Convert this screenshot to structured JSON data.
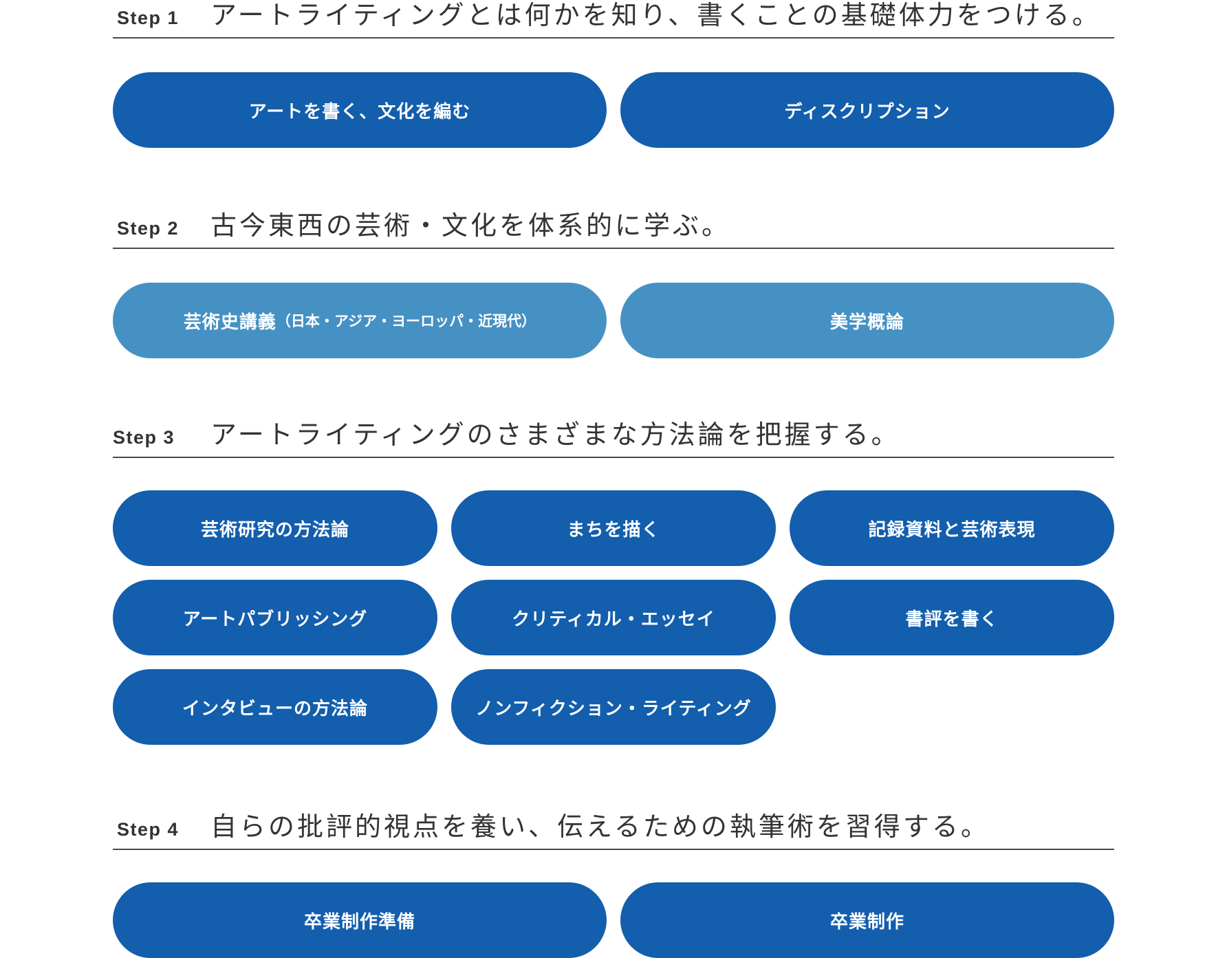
{
  "colors": {
    "primary_pill": "#135ead",
    "secondary_pill": "#4591c4",
    "text": "#333333",
    "rule": "#4a4a4a"
  },
  "steps": [
    {
      "label": "Step 1",
      "title": "アートライティングとは何かを知り、書くことの基礎体力をつける。",
      "items": [
        {
          "label": "アートを書く、文化を編む",
          "sub": ""
        },
        {
          "label": "ディスクリプション",
          "sub": ""
        }
      ]
    },
    {
      "label": "Step 2",
      "title": "古今東西の芸術・文化を体系的に学ぶ。",
      "items": [
        {
          "label": "芸術史講義",
          "sub": "（日本・アジア・ヨーロッパ・近現代）"
        },
        {
          "label": "美学概論",
          "sub": ""
        }
      ]
    },
    {
      "label": "Step 3",
      "title": "アートライティングのさまざまな方法論を把握する。",
      "items": [
        {
          "label": "芸術研究の方法論",
          "sub": ""
        },
        {
          "label": "まちを描く",
          "sub": ""
        },
        {
          "label": "記録資料と芸術表現",
          "sub": ""
        },
        {
          "label": "アートパブリッシング",
          "sub": ""
        },
        {
          "label": "クリティカル・エッセイ",
          "sub": ""
        },
        {
          "label": "書評を書く",
          "sub": ""
        },
        {
          "label": "インタビューの方法論",
          "sub": ""
        },
        {
          "label": "ノンフィクション・ライティング",
          "sub": ""
        }
      ]
    },
    {
      "label": "Step 4",
      "title": "自らの批評的視点を養い、伝えるための執筆術を習得する。",
      "items": [
        {
          "label": "卒業制作準備",
          "sub": ""
        },
        {
          "label": "卒業制作",
          "sub": ""
        }
      ]
    }
  ]
}
